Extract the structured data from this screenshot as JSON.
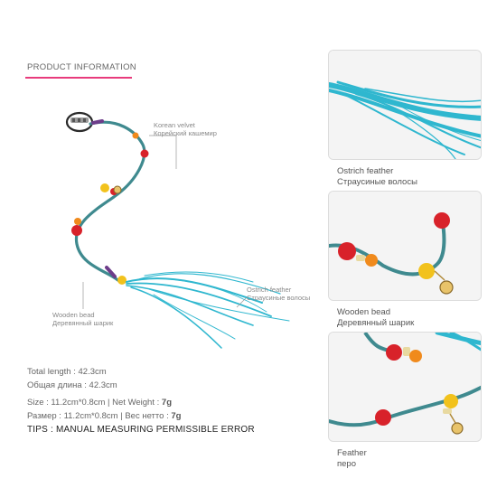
{
  "section": {
    "title": "PRODUCT INFORMATION"
  },
  "callouts": {
    "velvet": {
      "en": "Korean velvet",
      "ru": "Корейский кашемир"
    },
    "feather": {
      "en": "Ostrich feather",
      "ru": "Страусиные волосы"
    },
    "bead": {
      "en": "Wooden bead",
      "ru": "Деревянный шарик"
    }
  },
  "specs": {
    "total_length_en": "Total length : 42.3cm",
    "total_length_ru": "Общая длина : 42.3cm",
    "size_line_en_prefix": "Size : 11.2cm*0.8cm | Net Weight : ",
    "size_line_en_weight": "7g",
    "size_line_ru_prefix": "Размер : 11.2cm*0.8cm | Вес нетто : ",
    "size_line_ru_weight": "7g"
  },
  "tips": "TIPS : MANUAL MEASURING PERMISSIBLE ERROR",
  "photos": [
    {
      "caption_en": "Ostrich feather",
      "caption_ru": "Страусиные волосы"
    },
    {
      "caption_en": "Wooden bead",
      "caption_ru": "Деревянный шарик"
    },
    {
      "caption_en": "Feather",
      "caption_ru": "перо"
    }
  ],
  "colors": {
    "accent": "#e83b7c",
    "cord": "#3f8a8f",
    "feather": "#2fb7cf",
    "bead_red": "#d8222a",
    "bead_yellow": "#f2c21c",
    "bead_orange": "#f08a1c"
  }
}
